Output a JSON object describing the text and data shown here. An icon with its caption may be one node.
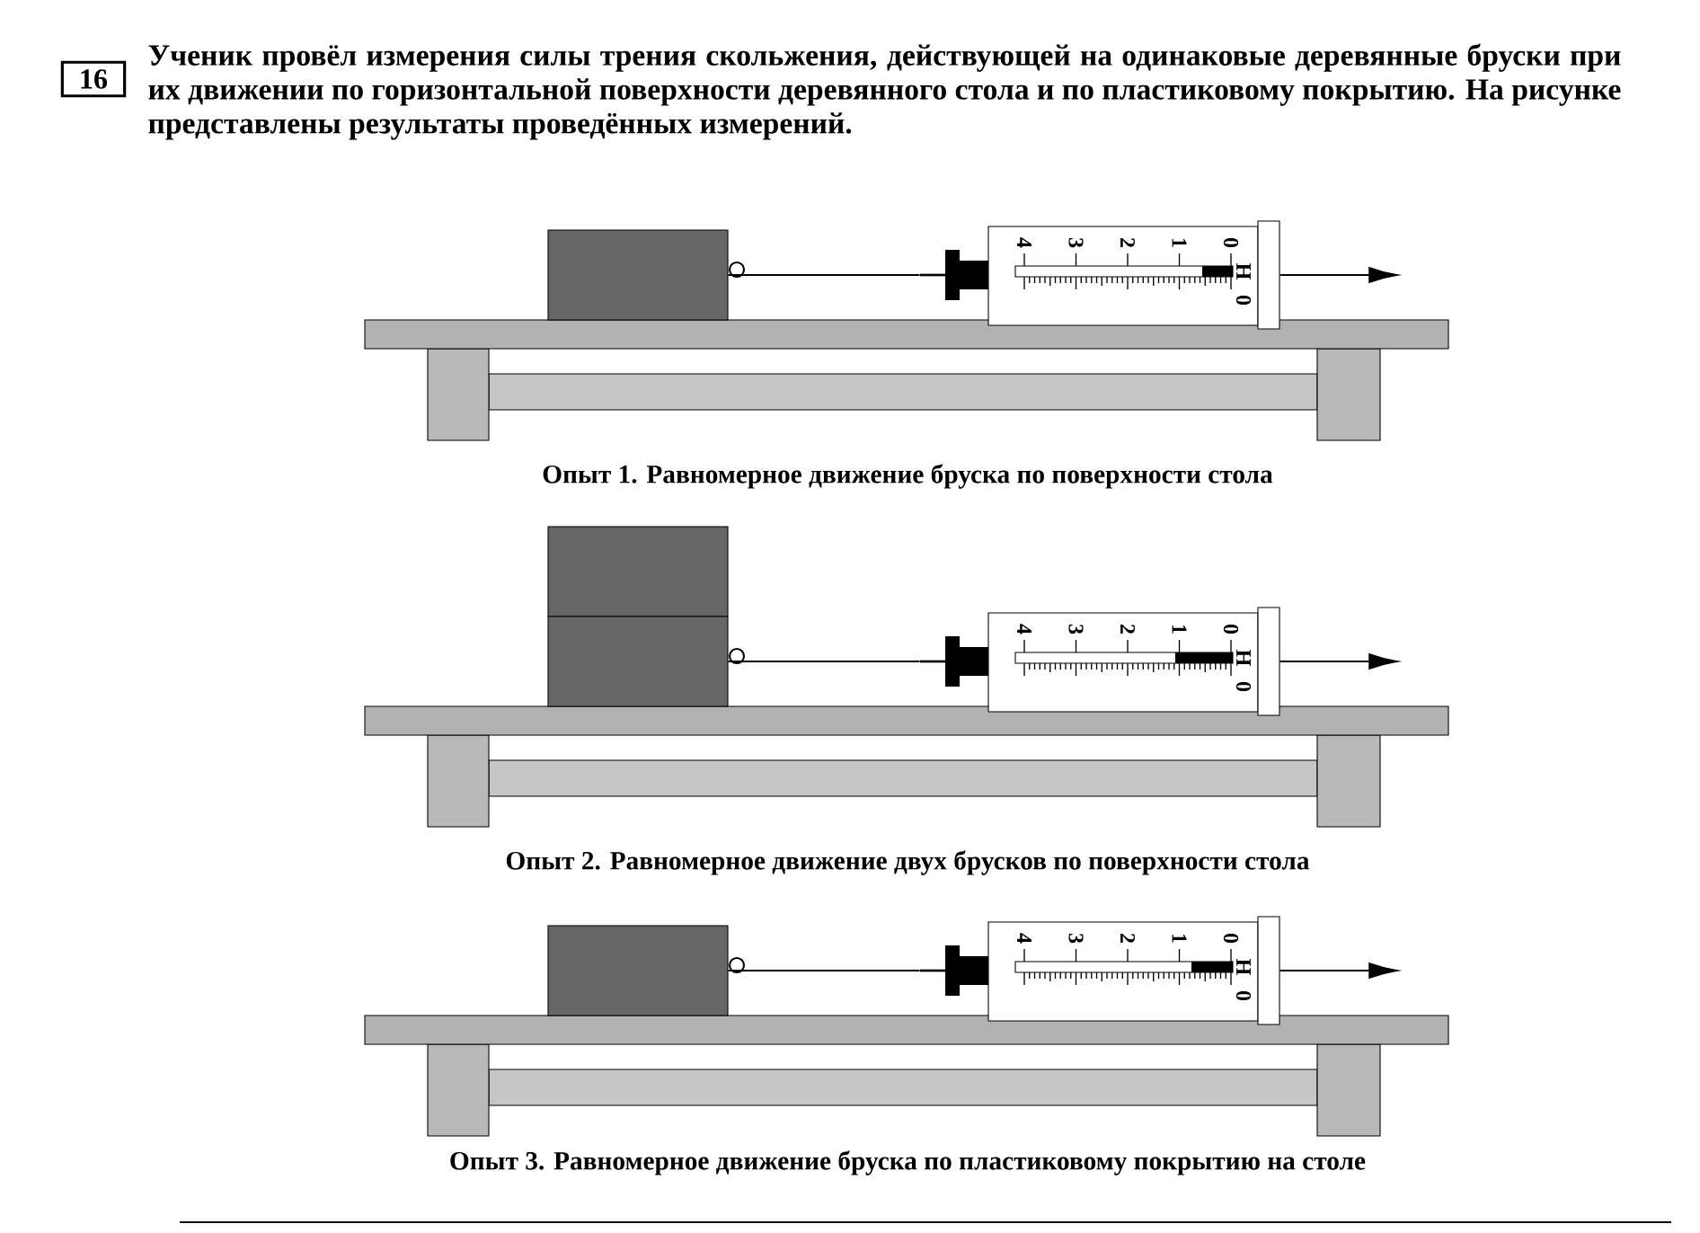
{
  "diagram": {
    "nodes": [
      {
        "text": [
          "16"
        ]
      },
      {
        "text": [],
        "shape": "box"
      },
      {
        "text": [],
        "shape": "picture"
      },
      {
        "text": [],
        "shape": "box"
      },
      {
        "text": [],
        "shape": "box"
      },
      {
        "text": [],
        "shape": "picture"
      },
      {
        "text": [],
        "shape": "box"
      },
      {
        "text": [],
        "shape": "picture"
      }
    ],
    "edges": [
      {
        "from": 1,
        "to": 2,
        "arrow": "none"
      },
      {
        "from": 2,
        "to": null,
        "arrow": "to"
      },
      {
        "from": 4,
        "to": 5,
        "arrow": "none"
      },
      {
        "from": 5,
        "to": null,
        "arrow": "to"
      },
      {
        "from": 6,
        "to": 7,
        "arrow": "none"
      },
      {
        "from": 7,
        "to": null,
        "arrow": "to"
      }
    ],
    "labels": [
      "Ученик провёл измерения силы трения скольжения, действующей на одинаковые деревянные бруски при их движении по горизонтальной поверхности деревянного стола и по пластиковому покрытию. На рисунке представлены результаты проведённых измерений.",
      "0",
      "1",
      "2",
      "3",
      "4",
      "Н",
      "0",
      "Опыт 1. Равномерное движение бруска по поверхности стола",
      "0",
      "1",
      "2",
      "3",
      "4",
      "Н",
      "0",
      "Опыт 2. Равномерное движение двух брусков по поверхности стола",
      "0",
      "1",
      "2",
      "3",
      "4",
      "Н",
      "0",
      "Опыт 3. Равномерное движение бруска по пластиковому покрытию на столе"
    ]
  }
}
